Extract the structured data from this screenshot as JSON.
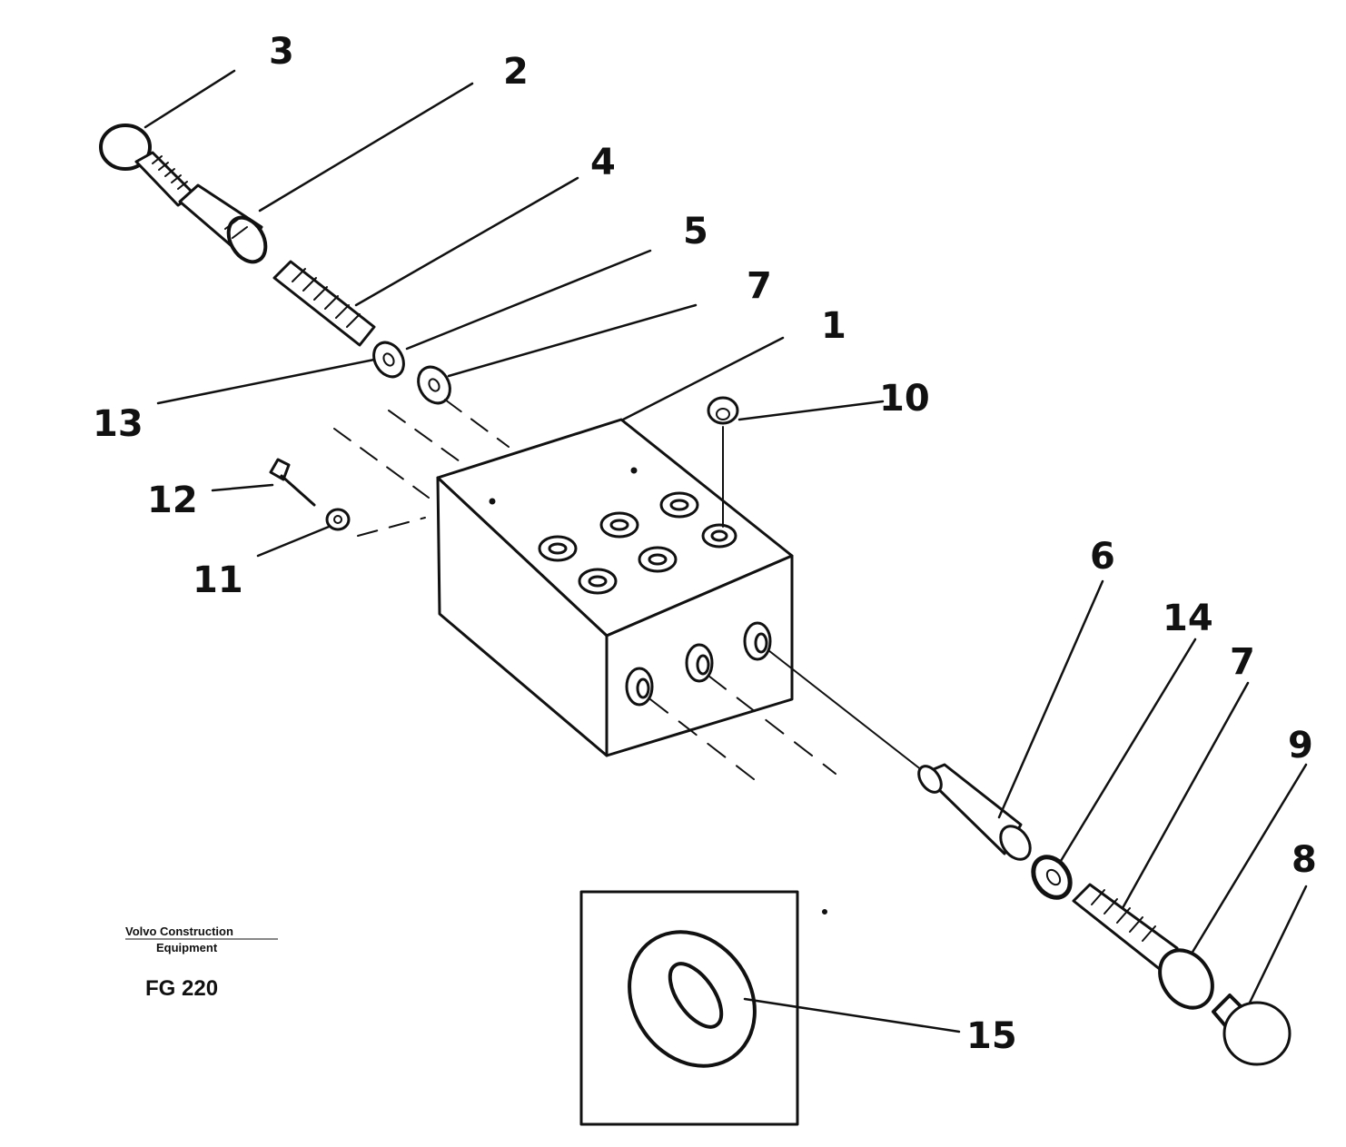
{
  "callouts": {
    "n1": "1",
    "n2": "2",
    "n3": "3",
    "n4": "4",
    "n5": "5",
    "n6": "6",
    "n7a": "7",
    "n7b": "7",
    "n8": "8",
    "n9": "9",
    "n10": "10",
    "n11": "11",
    "n12": "12",
    "n13": "13",
    "n14": "14",
    "n15": "15"
  },
  "caption": {
    "brand_line1": "Volvo Construction",
    "brand_line2": "Equipment",
    "figure_code": "FG 220"
  }
}
